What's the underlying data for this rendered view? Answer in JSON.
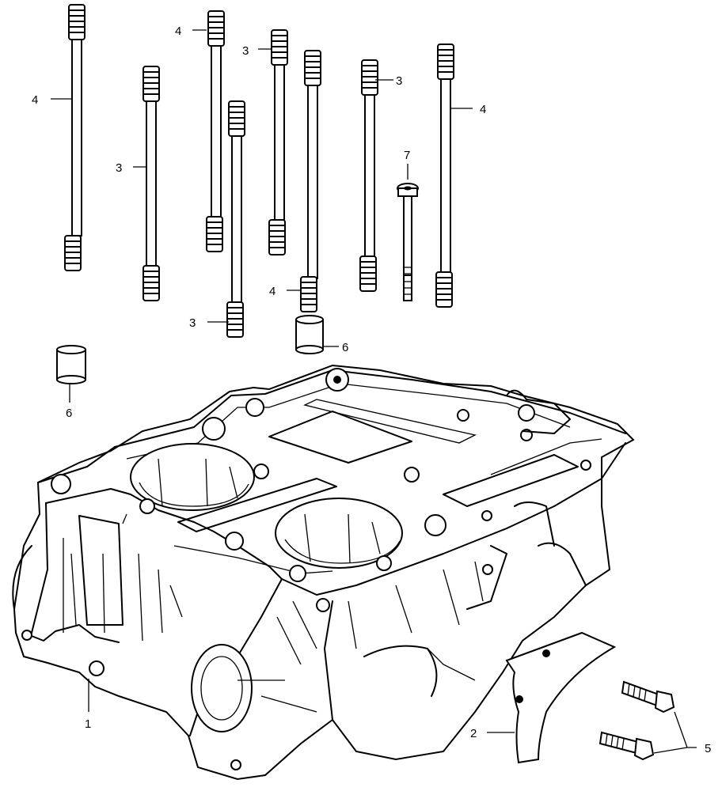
{
  "diagram": {
    "callouts": {
      "c1": "1",
      "c2": "2",
      "c3a": "3",
      "c3b": "3",
      "c3c": "3",
      "c3d": "3",
      "c4a": "4",
      "c4b": "4",
      "c4c": "4",
      "c4d": "4",
      "c5": "5",
      "c6a": "6",
      "c6b": "6",
      "c7": "7"
    }
  }
}
